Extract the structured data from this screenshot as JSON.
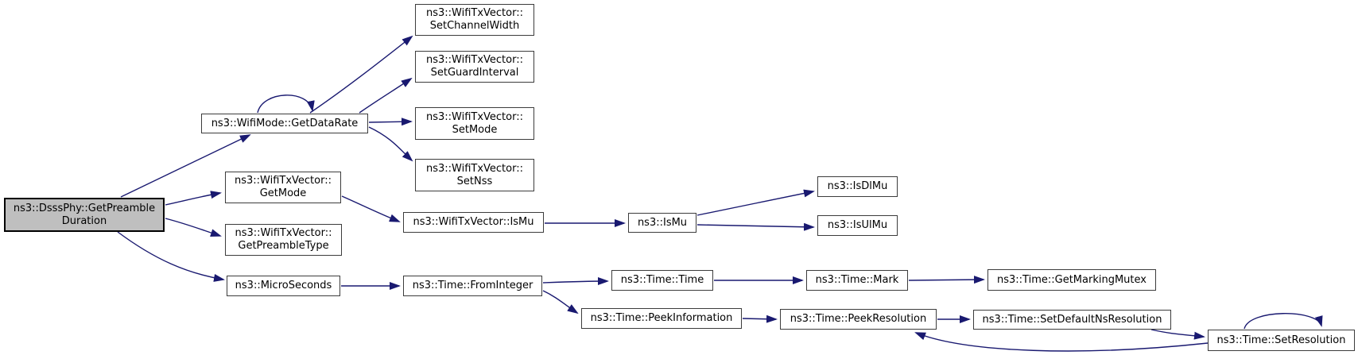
{
  "diagram": {
    "title": "ns3::DsssPhy::GetPreambleDuration call graph",
    "colors": {
      "edge": "#191970",
      "node_fill": "#ffffff",
      "node_border": "#3c3c3c",
      "highlight_fill": "#bfbfbf",
      "highlight_border": "#000000",
      "text": "#000000",
      "background": "#ffffff"
    },
    "nodes": [
      {
        "id": "getpreambleduration",
        "label": "ns3::DsssPhy::GetPreamble\nDuration",
        "highlighted": true
      },
      {
        "id": "getdatarate",
        "label": "ns3::WifiMode::GetDataRate",
        "highlighted": false
      },
      {
        "id": "setchannelwidth",
        "label": "ns3::WifiTxVector::\nSetChannelWidth",
        "highlighted": false
      },
      {
        "id": "setguardinterval",
        "label": "ns3::WifiTxVector::\nSetGuardInterval",
        "highlighted": false
      },
      {
        "id": "setmode",
        "label": "ns3::WifiTxVector::\nSetMode",
        "highlighted": false
      },
      {
        "id": "setnss",
        "label": "ns3::WifiTxVector::\nSetNss",
        "highlighted": false
      },
      {
        "id": "getmode",
        "label": "ns3::WifiTxVector::\nGetMode",
        "highlighted": false
      },
      {
        "id": "getpreambletype",
        "label": "ns3::WifiTxVector::\nGetPreambleType",
        "highlighted": false
      },
      {
        "id": "wifitxvector-ismu",
        "label": "ns3::WifiTxVector::IsMu",
        "highlighted": false
      },
      {
        "id": "ismu",
        "label": "ns3::IsMu",
        "highlighted": false
      },
      {
        "id": "isdlmu",
        "label": "ns3::IsDlMu",
        "highlighted": false
      },
      {
        "id": "isulmu",
        "label": "ns3::IsUlMu",
        "highlighted": false
      },
      {
        "id": "microseconds",
        "label": "ns3::MicroSeconds",
        "highlighted": false
      },
      {
        "id": "frominteger",
        "label": "ns3::Time::FromInteger",
        "highlighted": false
      },
      {
        "id": "time-time",
        "label": "ns3::Time::Time",
        "highlighted": false
      },
      {
        "id": "mark",
        "label": "ns3::Time::Mark",
        "highlighted": false
      },
      {
        "id": "getmarkingmutex",
        "label": "ns3::Time::GetMarkingMutex",
        "highlighted": false
      },
      {
        "id": "peekinformation",
        "label": "ns3::Time::PeekInformation",
        "highlighted": false
      },
      {
        "id": "peekresolution",
        "label": "ns3::Time::PeekResolution",
        "highlighted": false
      },
      {
        "id": "setdefaultnsresolution",
        "label": "ns3::Time::SetDefaultNsResolution",
        "highlighted": false
      },
      {
        "id": "setresolution",
        "label": "ns3::Time::SetResolution",
        "highlighted": false
      }
    ],
    "edges": [
      {
        "from": "getpreambleduration",
        "to": "getdatarate"
      },
      {
        "from": "getpreambleduration",
        "to": "getmode"
      },
      {
        "from": "getpreambleduration",
        "to": "getpreambletype"
      },
      {
        "from": "getpreambleduration",
        "to": "microseconds"
      },
      {
        "from": "getdatarate",
        "to": "getdatarate"
      },
      {
        "from": "getdatarate",
        "to": "setchannelwidth"
      },
      {
        "from": "getdatarate",
        "to": "setguardinterval"
      },
      {
        "from": "getdatarate",
        "to": "setmode"
      },
      {
        "from": "getdatarate",
        "to": "setnss"
      },
      {
        "from": "getmode",
        "to": "wifitxvector-ismu"
      },
      {
        "from": "wifitxvector-ismu",
        "to": "ismu"
      },
      {
        "from": "ismu",
        "to": "isdlmu"
      },
      {
        "from": "ismu",
        "to": "isulmu"
      },
      {
        "from": "microseconds",
        "to": "frominteger"
      },
      {
        "from": "frominteger",
        "to": "time-time"
      },
      {
        "from": "frominteger",
        "to": "peekinformation"
      },
      {
        "from": "time-time",
        "to": "mark"
      },
      {
        "from": "mark",
        "to": "getmarkingmutex"
      },
      {
        "from": "peekinformation",
        "to": "peekresolution"
      },
      {
        "from": "peekresolution",
        "to": "setdefaultnsresolution"
      },
      {
        "from": "setdefaultnsresolution",
        "to": "setresolution"
      },
      {
        "from": "setresolution",
        "to": "setresolution"
      },
      {
        "from": "setresolution",
        "to": "peekresolution"
      }
    ]
  }
}
